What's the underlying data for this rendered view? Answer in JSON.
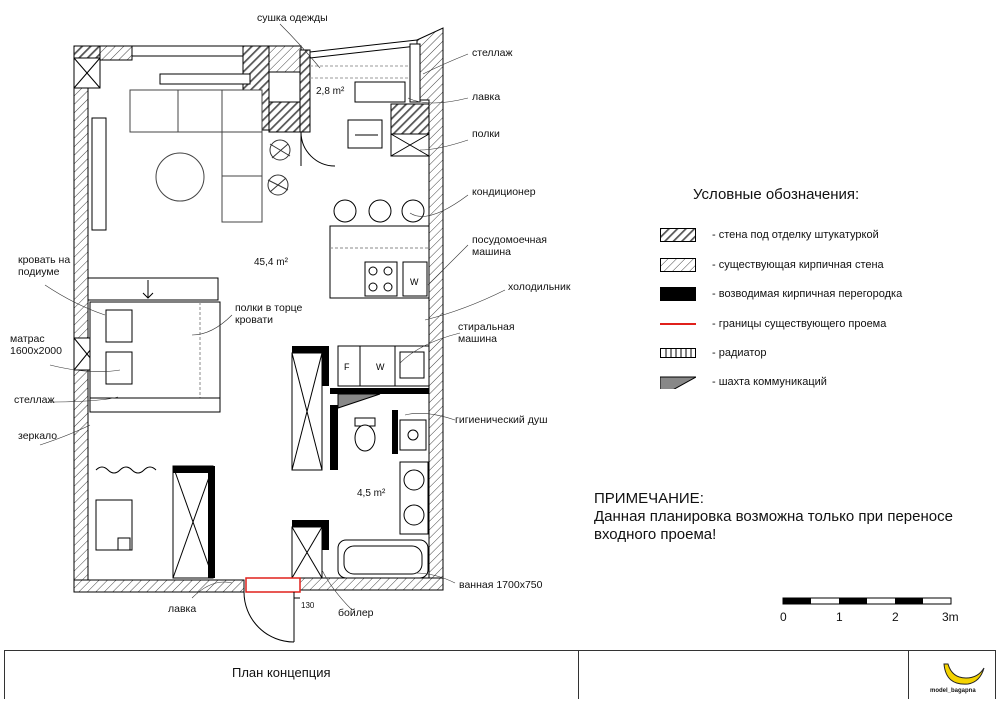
{
  "labels": {
    "sushka": "сушка одежды",
    "stellazh_top": "стеллаж",
    "lavka_top": "лавка",
    "polki": "полки",
    "kondicioner": "кондиционер",
    "posudomoechnaya": [
      "посудомоечная",
      "машина"
    ],
    "holodilnik": "холодильник",
    "stiralnaya": [
      "стиральная",
      "машина"
    ],
    "gigienicheskiy": "гигиенический душ",
    "krovat": [
      "кровать на",
      "подиуме"
    ],
    "polki_torce": [
      "полки в торце",
      "кровати"
    ],
    "matras": [
      "матрас",
      "1600х2000"
    ],
    "stellazh_left": "стеллаж",
    "zerkalo": "зеркало",
    "lavka_bottom": "лавка",
    "boiler": "бойлер",
    "vannaya": "ванная 1700х750",
    "dim_130": "130"
  },
  "areas": {
    "balcony": "2,8 m²",
    "main": "45,4 m²",
    "bath": "4,5 m²"
  },
  "legend": {
    "title": "Условные обозначения:",
    "items": [
      {
        "symbol": "hatch-heavy",
        "text": "-   стена под отделку штукатуркой"
      },
      {
        "symbol": "hatch-light",
        "text": "-   существующая кирпичная стена"
      },
      {
        "symbol": "solid-black",
        "text": "-   возводимая кирпичная перегородка"
      },
      {
        "symbol": "red-line",
        "text": "-   границы существующего проема"
      },
      {
        "symbol": "radiator",
        "text": "-   радиатор"
      },
      {
        "symbol": "shaft",
        "text": "-   шахта коммуникаций"
      }
    ]
  },
  "note": {
    "heading": "ПРИМЕЧАНИЕ:",
    "line1": "Данная планировка возможна только при переносе",
    "line2": "входного проема!"
  },
  "scale": {
    "ticks": [
      "0",
      "1",
      "2",
      "3m"
    ]
  },
  "title": "План концепция",
  "logo_text": "model_bagapna",
  "colors": {
    "accent_red": "#e0201b",
    "wall": "#000000",
    "hatch_fill": "#8a8a8a"
  }
}
